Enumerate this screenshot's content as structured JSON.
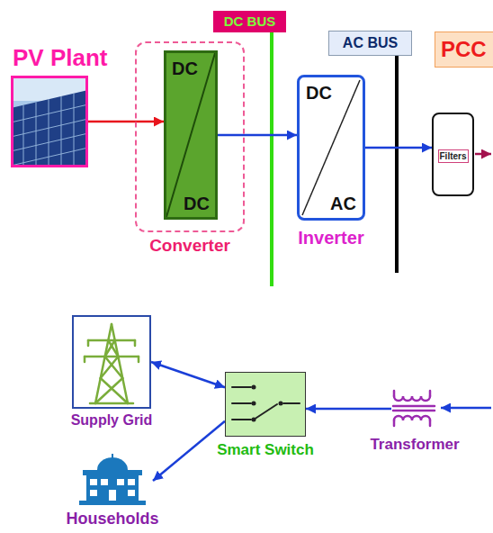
{
  "diagram": {
    "nodes": [
      {
        "text": [
          "PV Plant"
        ]
      },
      {
        "text": [
          "Converter"
        ]
      },
      {
        "text": [
          "DC",
          "DC"
        ],
        "in": 1
      },
      {
        "text": [
          "DC BUS"
        ]
      },
      {
        "text": [
          "AC BUS"
        ]
      },
      {
        "text": [
          "PCC"
        ]
      },
      {
        "text": [
          "DC",
          "AC",
          "Inverter"
        ]
      },
      {
        "text": [
          "Filters"
        ]
      },
      {
        "text": [
          "Supply Grid"
        ]
      },
      {
        "text": [
          "Smart Switch"
        ]
      },
      {
        "text": [
          "Transformer"
        ]
      },
      {
        "text": [
          "Households"
        ]
      }
    ],
    "edges": [
      {
        "from": 0,
        "to": 2,
        "arrow": "to"
      },
      {
        "from": 2,
        "to": 6,
        "arrow": "to"
      },
      {
        "from": 6,
        "to": 7,
        "arrow": "to"
      },
      {
        "from": 10,
        "to": 9,
        "arrow": "to"
      },
      {
        "from": 9,
        "to": 8,
        "arrow": "both"
      },
      {
        "from": 9,
        "to": 11,
        "arrow": "to"
      }
    ]
  }
}
